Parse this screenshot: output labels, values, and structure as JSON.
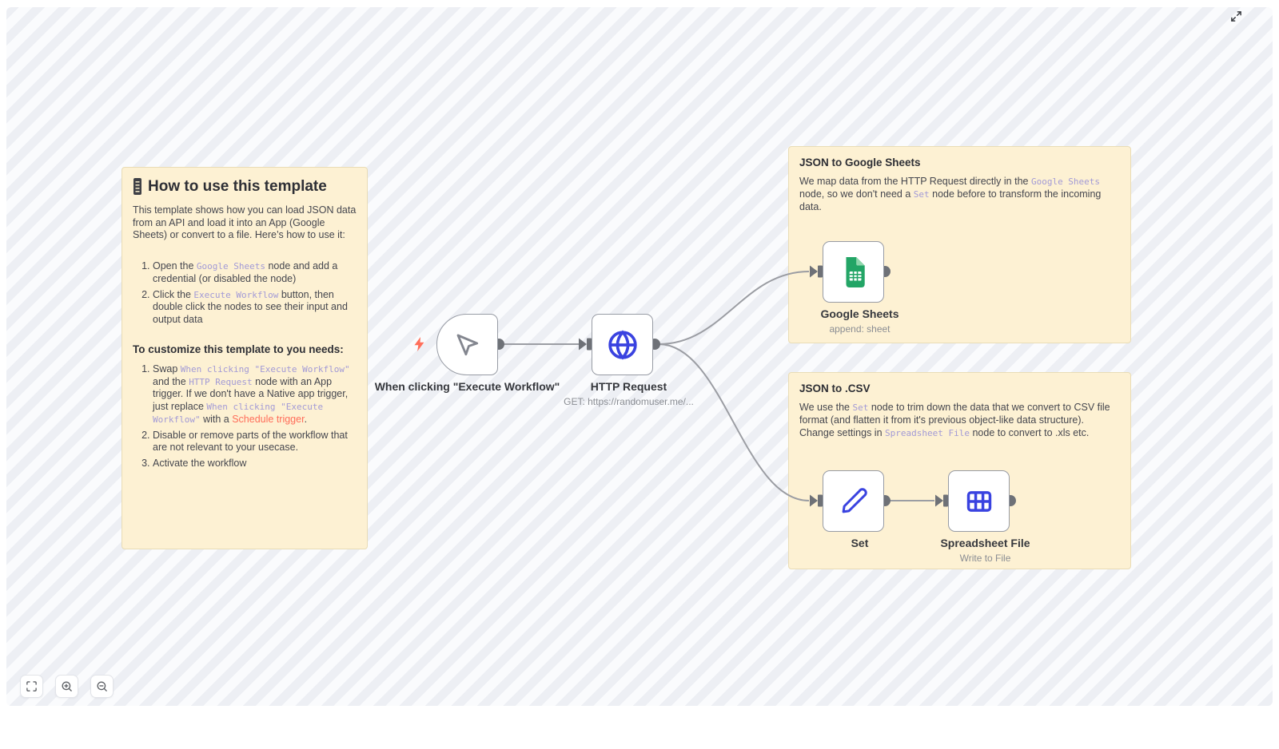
{
  "notes": {
    "howto": {
      "title": "How to use this template",
      "intro": "This template shows how you can load JSON data from an API and load it into an App (Google Sheets) or convert to a file. Here’s how to use it:",
      "steps": [
        {
          "segments": [
            {
              "t": "text",
              "v": "Open the "
            },
            {
              "t": "code",
              "v": "Google Sheets"
            },
            {
              "t": "text",
              "v": " node and add a credential (or disabled the node)"
            }
          ]
        },
        {
          "segments": [
            {
              "t": "text",
              "v": "Click the "
            },
            {
              "t": "code",
              "v": "Execute Workflow"
            },
            {
              "t": "text",
              "v": " button, then double click the nodes to see their input and output data"
            }
          ]
        }
      ],
      "customize_heading": "To customize this template to you needs:",
      "customize_steps": [
        {
          "segments": [
            {
              "t": "text",
              "v": "Swap "
            },
            {
              "t": "code",
              "v": "When clicking \"Execute Workflow\""
            },
            {
              "t": "text",
              "v": " and the "
            },
            {
              "t": "code",
              "v": "HTTP Request"
            },
            {
              "t": "text",
              "v": " node with an App trigger. If we don't have a Native app trigger, just replace "
            },
            {
              "t": "code",
              "v": "When clicking \"Execute Workflow\""
            },
            {
              "t": "text",
              "v": " with a "
            },
            {
              "t": "link",
              "v": "Schedule trigger"
            },
            {
              "t": "text",
              "v": "."
            }
          ]
        },
        {
          "segments": [
            {
              "t": "text",
              "v": "Disable or remove parts of the workflow that are not relevant to your usecase."
            }
          ]
        },
        {
          "segments": [
            {
              "t": "text",
              "v": "Activate the workflow"
            }
          ]
        }
      ]
    },
    "sheets": {
      "title": "JSON to Google Sheets",
      "body": {
        "segments": [
          {
            "t": "text",
            "v": "We map data from the HTTP Request directly in the "
          },
          {
            "t": "code",
            "v": "Google Sheets"
          },
          {
            "t": "text",
            "v": " node, so we don't need a "
          },
          {
            "t": "code",
            "v": "Set"
          },
          {
            "t": "text",
            "v": " node before to transform the incoming data."
          }
        ]
      }
    },
    "csv": {
      "title": "JSON to .CSV",
      "body": {
        "segments": [
          {
            "t": "text",
            "v": "We use the "
          },
          {
            "t": "code",
            "v": "Set"
          },
          {
            "t": "text",
            "v": " node to trim down the data that we convert to CSV file format (and flatten it from it's previous object-like data structure). Change settings in "
          },
          {
            "t": "code",
            "v": "Spreadsheet File"
          },
          {
            "t": "text",
            "v": " node to convert to .xls etc."
          }
        ]
      }
    }
  },
  "nodes": {
    "trigger": {
      "label": "When clicking \"Execute Workflow\""
    },
    "http": {
      "label": "HTTP Request",
      "subtitle": "GET: https://randomuser.me/..."
    },
    "sheets": {
      "label": "Google Sheets",
      "subtitle": "append: sheet"
    },
    "set": {
      "label": "Set"
    },
    "file": {
      "label": "Spreadsheet File",
      "subtitle": "Write to File"
    }
  },
  "icons": {
    "howto_title": "notebook-emoji-icon",
    "trigger": "mouse-pointer-icon",
    "trigger_badge": "lightning-bolt-icon",
    "http": "globe-icon",
    "sheets": "google-sheets-icon",
    "set": "pencil-icon",
    "file": "spreadsheet-table-icon",
    "controls": [
      "fit-view-icon",
      "zoom-in-icon",
      "zoom-out-icon"
    ],
    "top_right": "expand-icon"
  },
  "colors": {
    "sticky_bg": "#FDF1D3",
    "sticky_border": "#E9DCB6",
    "code_text": "#A29AD6",
    "link_text": "#FF6D5A",
    "node_border": "#979BA4",
    "edge": "#9B9DA3",
    "blue_icon": "#3A43E0",
    "sheets_green": "#23A566",
    "sheets_fold_green": "#8FD6AC",
    "bolt": "#FF6F5B",
    "stripe_dark": "#EDEFF4",
    "stripe_light": "#FAFBFD"
  }
}
